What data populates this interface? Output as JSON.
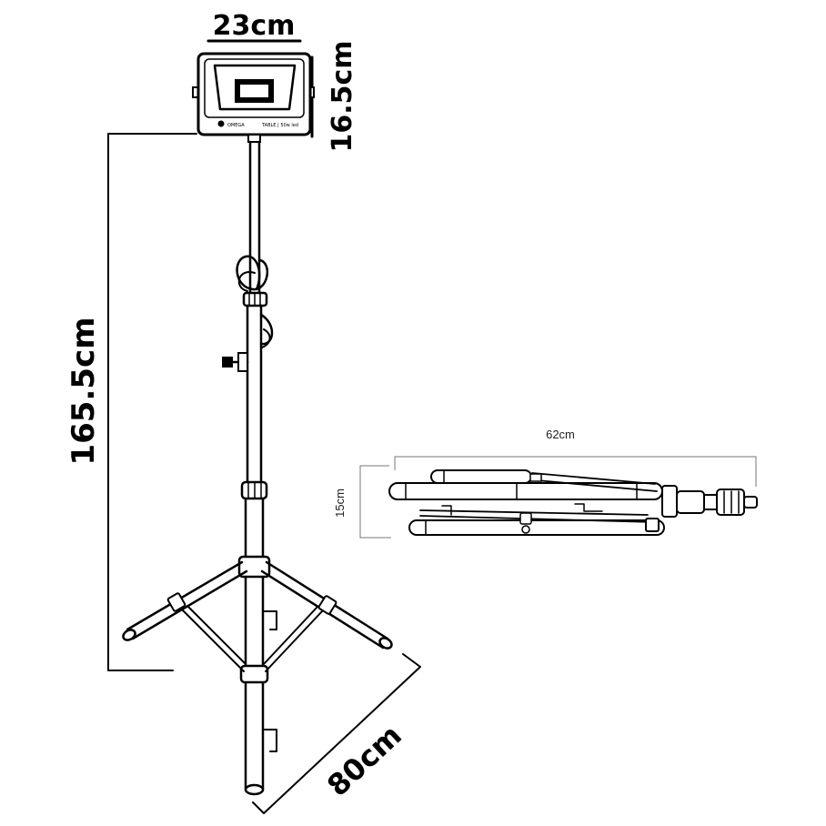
{
  "dimensions": {
    "light_width": "23cm",
    "light_height": "16.5cm",
    "total_height": "165.5cm",
    "base_spread": "80cm",
    "folded_length": "62cm",
    "folded_height": "15cm"
  },
  "floodlight": {
    "brand": "OMEGA",
    "model": "TABLE | 50w led"
  }
}
